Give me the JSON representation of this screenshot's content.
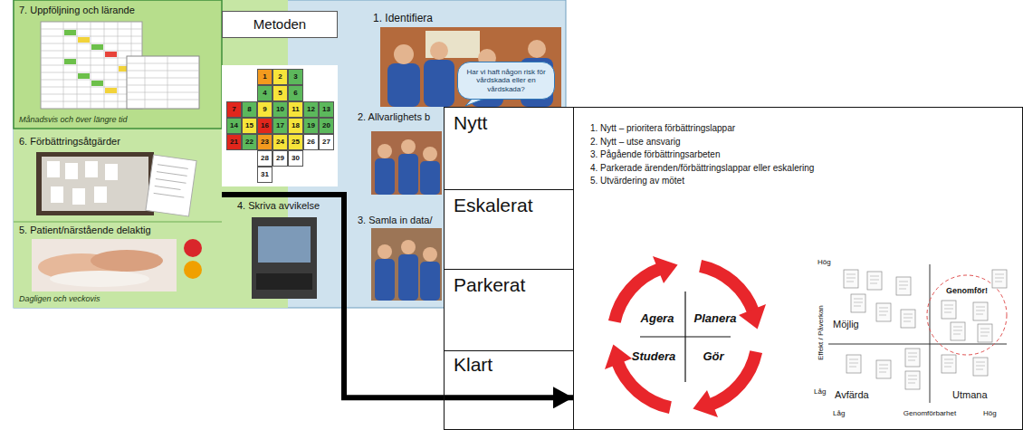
{
  "diagram": {
    "nodes": [
      {
        "text": [
          "7. Uppföljning och lärande",
          "Månadsvis och över längre tid"
        ]
      },
      {
        "text": [
          "Metoden"
        ]
      },
      {
        "text": [
          "1. Identifiera"
        ]
      },
      {
        "text": [
          "Har vi haft någon risk för vårdskada eller en vårdskada?"
        ],
        "in": 2
      },
      {
        "text": [
          "6. Förbättringsåtgärder"
        ]
      },
      {
        "text": [
          "1"
        ]
      },
      {
        "text": [
          "2"
        ]
      },
      {
        "text": [
          "3"
        ]
      },
      {
        "text": [
          "4"
        ]
      },
      {
        "text": [
          "5"
        ]
      },
      {
        "text": [
          "6"
        ]
      },
      {
        "text": [
          "7"
        ]
      },
      {
        "text": [
          "8"
        ]
      },
      {
        "text": [
          "9"
        ]
      },
      {
        "text": [
          "10"
        ]
      },
      {
        "text": [
          "11"
        ]
      },
      {
        "text": [
          "12"
        ]
      },
      {
        "text": [
          "13"
        ]
      },
      {
        "text": [
          "14"
        ]
      },
      {
        "text": [
          "15"
        ]
      },
      {
        "text": [
          "16"
        ]
      },
      {
        "text": [
          "17"
        ]
      },
      {
        "text": [
          "18"
        ]
      },
      {
        "text": [
          "19"
        ]
      },
      {
        "text": [
          "20"
        ]
      },
      {
        "text": [
          "21"
        ]
      },
      {
        "text": [
          "22"
        ]
      },
      {
        "text": [
          "23"
        ]
      },
      {
        "text": [
          "24"
        ]
      },
      {
        "text": [
          "25"
        ]
      },
      {
        "text": [
          "26"
        ]
      },
      {
        "text": [
          "27"
        ]
      },
      {
        "text": [
          "28"
        ]
      },
      {
        "text": [
          "29"
        ]
      },
      {
        "text": [
          "30"
        ]
      },
      {
        "text": [
          "31"
        ]
      },
      {
        "text": [
          "2. Allvarlighets b"
        ]
      },
      {
        "text": [
          "4. Skriva avvikelse"
        ]
      },
      {
        "text": [
          "3. Samla in data/"
        ]
      },
      {
        "text": [
          "5. Patient/närstående delaktig",
          "Dagligen och veckovis"
        ]
      },
      {
        "text": [
          "Nytt"
        ]
      },
      {
        "text": [
          "Eskalerat"
        ]
      },
      {
        "text": [
          "Parkerat"
        ]
      },
      {
        "text": [
          "Klart"
        ]
      },
      {
        "text": [
          "1. Nytt – prioritera förbättringslappar",
          "2. Nytt – utse ansvarig",
          "3. Pågående förbättringsarbeten",
          "4. Parkerade ärenden/förbättringslappar eller eskalering",
          "5. Utvärdering av mötet"
        ]
      }
    ],
    "edges": [
      {
        "from": 4,
        "to": 44,
        "arrow": "to"
      }
    ],
    "labels": [
      "Agera",
      "Planera",
      "Studera",
      "Gör",
      "Hög",
      "Effekt / Påverkan",
      "Möjlig",
      "Genomför!",
      "Låg",
      "Avfärda",
      "Utmana",
      "Låg",
      "Genomförbarhet",
      "Hög"
    ]
  }
}
